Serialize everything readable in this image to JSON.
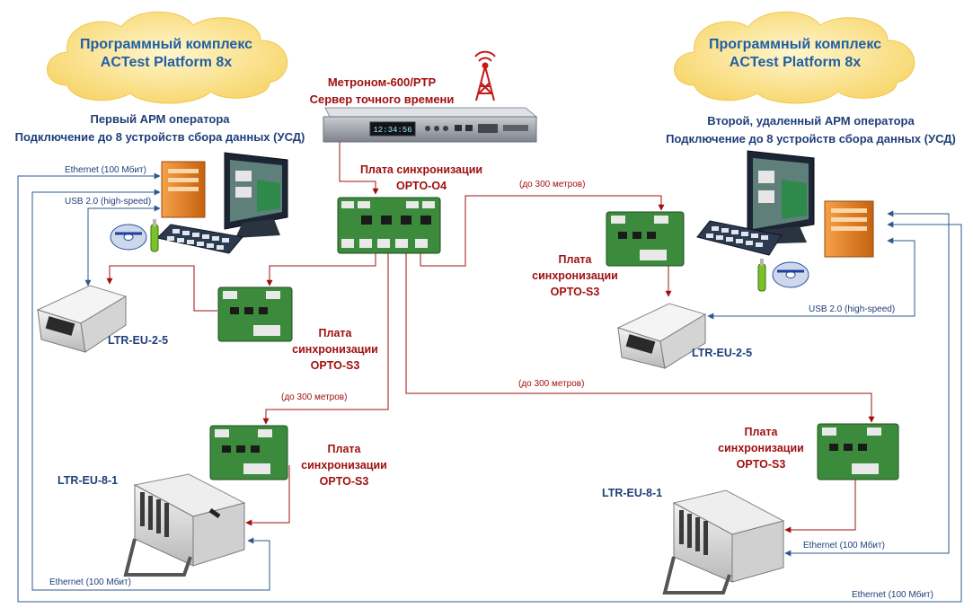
{
  "clouds": {
    "left": {
      "line1": "Программный комплекс",
      "line2": "ACTest Platform 8x"
    },
    "right": {
      "line1": "Программный комплекс",
      "line2": "ACTest Platform 8x"
    }
  },
  "server": {
    "line1": "Метроном-600/PTP",
    "line2": "Сервер точного времени",
    "display": "12:34:56"
  },
  "arm1": {
    "line1": "Первый АРМ оператора",
    "line2": "Подключение до 8 устройств сбора данных (УСД)"
  },
  "arm2": {
    "line1": "Второй, удаленный АРМ оператора",
    "line2": "Подключение до 8 устройств сбора данных (УСД)"
  },
  "opto_o4": {
    "line1": "Плата синхронизации",
    "line2": "OPTO-O4"
  },
  "opto_s3_a": {
    "line1": "Плата",
    "line2": "синхронизации",
    "line3": "OPTO-S3"
  },
  "opto_s3_b": {
    "line1": "Плата",
    "line2": "синхронизации",
    "line3": "OPTO-S3"
  },
  "opto_s3_c": {
    "line1": "Плата",
    "line2": "синхронизации",
    "line3": "OPTO-S3"
  },
  "opto_s3_d": {
    "line1": "Плата",
    "line2": "синхронизации",
    "line3": "OPTO-S3"
  },
  "devices": {
    "ltr_eu_2_5_left": "LTR-EU-2-5",
    "ltr_eu_2_5_right": "LTR-EU-2-5",
    "ltr_eu_8_1_left": "LTR-EU-8-1",
    "ltr_eu_8_1_right": "LTR-EU-8-1"
  },
  "links": {
    "ethernet_top_left": "Ethernet (100 Мбит)",
    "usb_left": "USB 2.0 (high-speed)",
    "usb_right": "USB 2.0 (high-speed)",
    "ethernet_bottom_left": "Ethernet (100 Мбит)",
    "ethernet_right_mid": "Ethernet (100 Мбит)",
    "ethernet_bottom_right": "Ethernet (100 Мбит)",
    "dist_top_right": "(до 300 метров)",
    "dist_mid_left": "(до 300 метров)",
    "dist_mid_right": "(до 300 метров)"
  },
  "colors": {
    "sync_line": "#a01010",
    "data_line": "#2f5a8f",
    "cloud_fill": "#fbe9a6",
    "board_green": "#3c8a3c",
    "pc_orange": "#e37a1f"
  },
  "icons": {
    "tower": "radio-tower-icon",
    "usb_key": "usb-dongle-icon",
    "disc": "software-disc-icon"
  }
}
